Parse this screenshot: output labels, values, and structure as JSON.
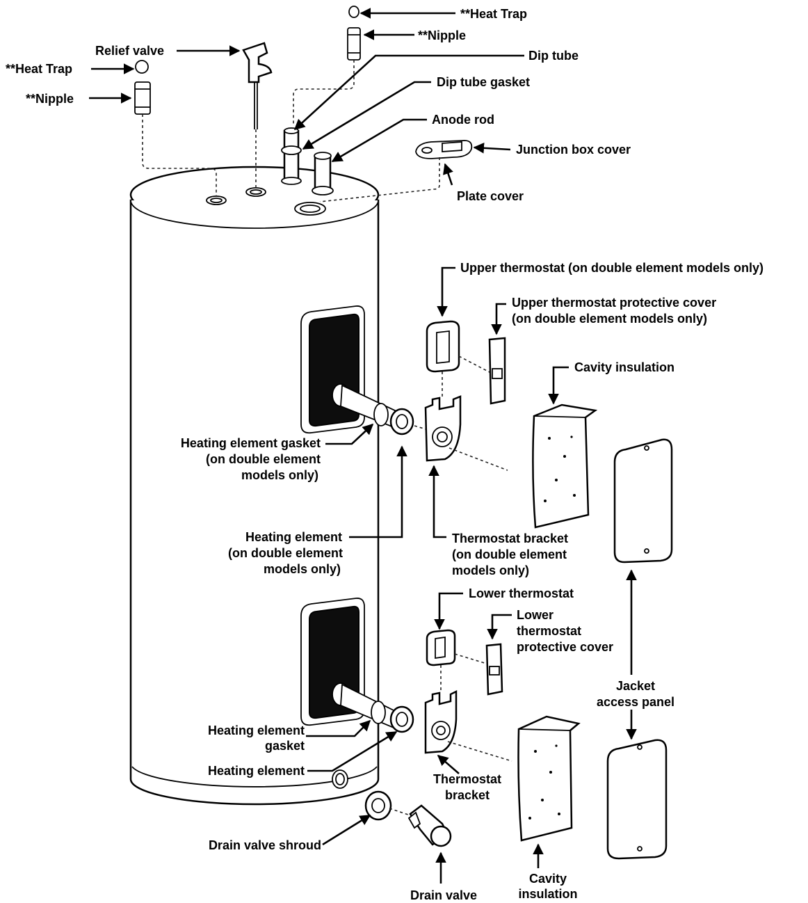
{
  "labels": {
    "heat_trap_top": "**Heat Trap",
    "nipple_top": "**Nipple",
    "relief_valve": "Relief valve",
    "heat_trap_left": "**Heat Trap",
    "nipple_left": "**Nipple",
    "dip_tube": "Dip tube",
    "dip_tube_gasket": "Dip tube gasket",
    "anode_rod": "Anode rod",
    "junction_box_cover": "Junction box cover",
    "plate_cover": "Plate cover",
    "upper_thermostat": "Upper thermostat (on double element models only)",
    "upper_thermostat_cover_1": "Upper thermostat protective cover",
    "upper_thermostat_cover_2": "(on double element models only)",
    "cavity_insulation_upper": "Cavity insulation",
    "heating_element_gasket_upper_1": "Heating element gasket",
    "heating_element_gasket_upper_2": "(on double element",
    "heating_element_gasket_upper_3": "models only)",
    "heating_element_upper_1": "Heating element",
    "heating_element_upper_2": "(on double element",
    "heating_element_upper_3": "models only)",
    "thermostat_bracket_upper_1": "Thermostat bracket",
    "thermostat_bracket_upper_2": "(on double element",
    "thermostat_bracket_upper_3": "models only)",
    "lower_thermostat": "Lower thermostat",
    "lower_thermostat_cover_1": "Lower",
    "lower_thermostat_cover_2": "thermostat",
    "lower_thermostat_cover_3": "protective cover",
    "jacket_access_panel_1": "Jacket",
    "jacket_access_panel_2": "access panel",
    "heating_element_gasket_lower_1": "Heating element",
    "heating_element_gasket_lower_2": "gasket",
    "heating_element_lower": "Heating element",
    "thermostat_bracket_lower_1": "Thermostat",
    "thermostat_bracket_lower_2": "bracket",
    "drain_valve_shroud": "Drain valve shroud",
    "drain_valve": "Drain valve",
    "cavity_insulation_lower_1": "Cavity",
    "cavity_insulation_lower_2": "insulation"
  }
}
